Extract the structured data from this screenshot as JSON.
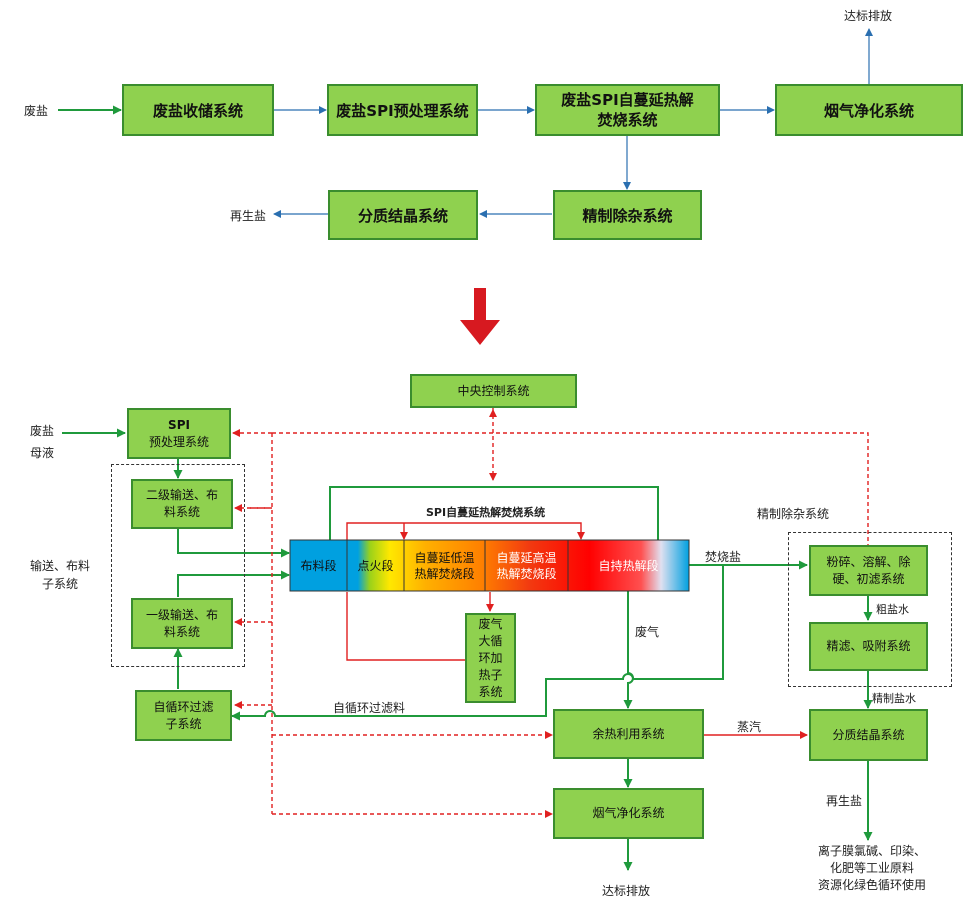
{
  "top": {
    "input_label": "废盐",
    "box_collect": "废盐收储系统",
    "box_pretreat": "废盐SPI预处理系统",
    "box_burn_line1": "废盐SPI自蔓延热解",
    "box_burn_line2": "焚烧系统",
    "box_flue": "烟气净化系统",
    "out_emission": "达标排放",
    "box_refine": "精制除杂系统",
    "box_crystal": "分质结晶系统",
    "out_salt": "再生盐"
  },
  "bottom": {
    "central": "中央控制系统",
    "in_salt": "废盐",
    "in_liquor": "母液",
    "spi_line1": "SPI",
    "spi_line2": "预处理系统",
    "conv2_line1": "二级输送、布",
    "conv2_line2": "料系统",
    "conv1_line1": "一级输送、布",
    "conv1_line2": "料系统",
    "filter_line1": "自循环过滤",
    "filter_line2": "子系统",
    "group_label_line1": "输送、布料",
    "group_label_line2": "子系统",
    "furnace_title": "SPI自蔓延热解焚烧系统",
    "seg1": "布料段",
    "seg2": "点火段",
    "seg3_line1": "自蔓延低温",
    "seg3_line2": "热解焚烧段",
    "seg4_line1": "自蔓延高温",
    "seg4_line2": "热解焚烧段",
    "seg5": "自持热解段",
    "gas_heater": [
      "废",
      "气",
      "大",
      "循",
      "环",
      "加",
      "热",
      "子",
      "系",
      "统"
    ],
    "burn_salt": "焚烧盐",
    "refine_group": "精制除杂系统",
    "crush_line1": "粉碎、溶解、除",
    "crush_line2": "硬、初滤系统",
    "crude_brine": "粗盐水",
    "fine_filter": "精滤、吸附系统",
    "refined_brine": "精制盐水",
    "crystal": "分质结晶系统",
    "waste_gas": "废气",
    "self_filter_mat": "自循环过滤料",
    "heat_recovery": "余热利用系统",
    "steam": "蒸汽",
    "flue": "烟气净化系统",
    "out_emission": "达标排放",
    "regen_salt": "再生盐",
    "use_line1": "离子膜氯碱、印染、",
    "use_line2": "化肥等工业原料",
    "use_line3": "资源化绿色循环使用"
  },
  "colors": {
    "box_fill": "#8fd14f",
    "box_border": "#3a8d2e",
    "flow_blue": "#2a6fb0",
    "flow_green": "#1f9a3c",
    "control_red": "#e02020",
    "arrow_red": "#d71920"
  }
}
